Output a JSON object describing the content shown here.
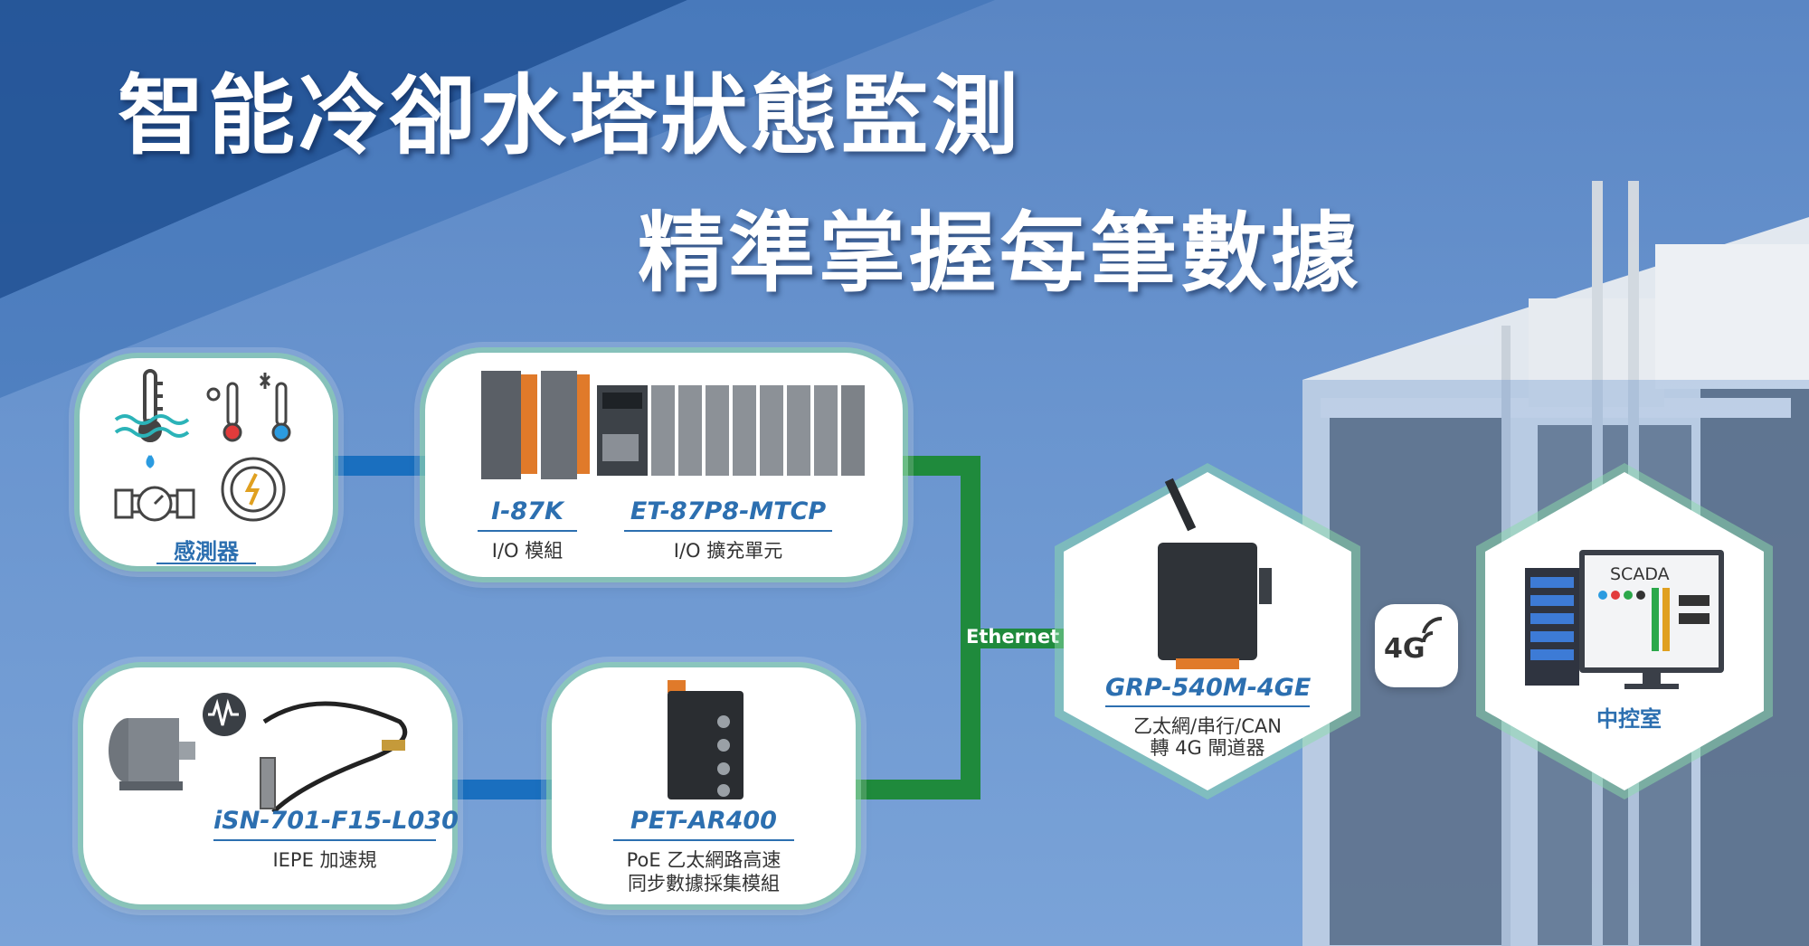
{
  "title": {
    "line1": "智能冷卻水塔狀態監測",
    "line2": "精準掌握每筆數據"
  },
  "sensors": {
    "label": "感測器"
  },
  "io": {
    "module_name": "I-87K",
    "module_desc": "I/O 模組",
    "unit_name": "ET-87P8-MTCP",
    "unit_desc": "I/O 擴充單元"
  },
  "accel": {
    "name": "iSN-701-F15-L030",
    "desc": "IEPE 加速規"
  },
  "pet": {
    "name": "PET-AR400",
    "desc_line1": "PoE 乙太網路高速",
    "desc_line2": "同步數據採集模組"
  },
  "link": {
    "ethernet": "Ethernet"
  },
  "gateway": {
    "name": "GRP-540M-4GE",
    "desc_line1": "乙太網/串行/CAN",
    "desc_line2": "轉 4G 閘道器"
  },
  "cellular": {
    "label": "4G"
  },
  "control": {
    "screen_title": "SCADA",
    "label": "中控室"
  },
  "colors": {
    "accent_blue": "#2c6fb0",
    "ethernet_green": "#1f8a3c",
    "connector_blue": "#1a6fbf",
    "card_glow": "#8cdcaa"
  }
}
